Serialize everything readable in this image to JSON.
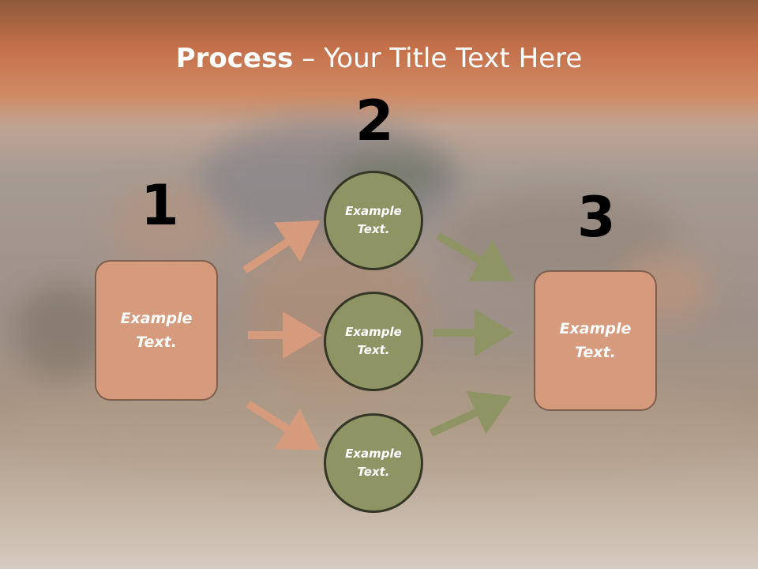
{
  "title": {
    "bold": "Process",
    "rest": " – Your Title Text Here"
  },
  "numbers": [
    "1",
    "2",
    "3"
  ],
  "box_left": {
    "text": "Example Text."
  },
  "circles": [
    {
      "text": "Example Text."
    },
    {
      "text": "Example Text."
    },
    {
      "text": "Example Text."
    }
  ],
  "box_right": {
    "text": "Example Text."
  },
  "colors": {
    "box_fill": "#d69a7c",
    "box_border": "#7e5e4c",
    "circle_fill": "#8f9465",
    "circle_border": "#343726",
    "arrow_left": "#d69a7c",
    "arrow_right": "#8f9465"
  }
}
